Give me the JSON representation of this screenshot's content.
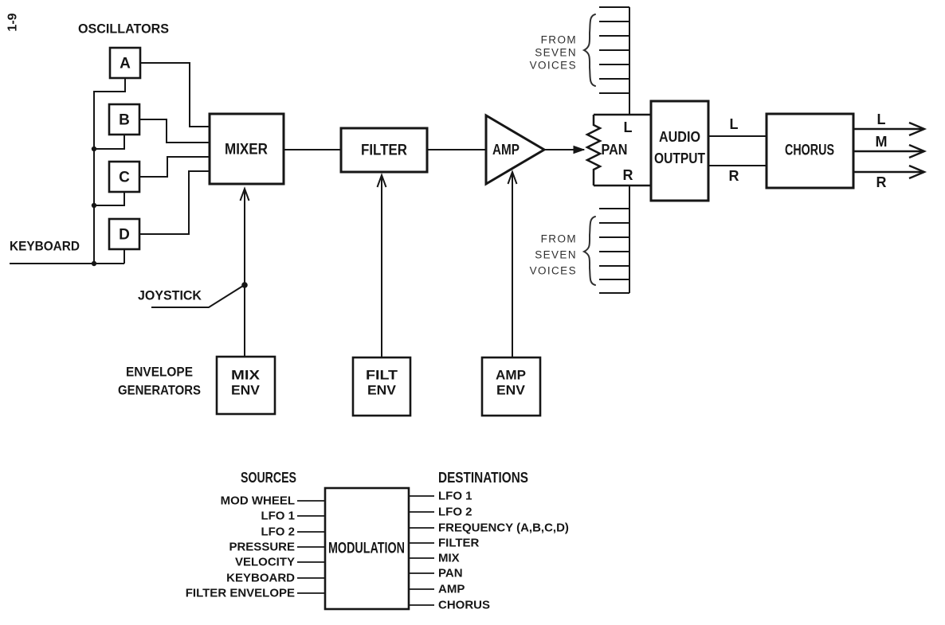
{
  "page_number": "1-9",
  "colors": {
    "ink": "#161616",
    "background": "#ffffff",
    "light_ink": "#2f2f2f"
  },
  "signal_path": {
    "oscillators_title": "OSCILLATORS",
    "oscillators": [
      "A",
      "B",
      "C",
      "D"
    ],
    "keyboard_label": "KEYBOARD",
    "joystick_label": "JOYSTICK",
    "mixer_label": "MIXER",
    "filter_label": "FILTER",
    "amp_label": "AMP",
    "pan_label": "PAN",
    "pan_left_label": "L",
    "pan_right_label": "R",
    "audio_output_label": [
      "AUDIO",
      "OUTPUT"
    ],
    "audio_out_left_label": "L",
    "audio_out_right_label": "R",
    "chorus_label": "CHORUS",
    "final_outputs": [
      "L",
      "M",
      "R"
    ],
    "voices_note": [
      "FROM",
      "SEVEN",
      "VOICES"
    ],
    "envelope_generators_title": [
      "ENVELOPE",
      "GENERATORS"
    ],
    "mix_env_label": [
      "MIX",
      "ENV"
    ],
    "filt_env_label": [
      "FILT",
      "ENV"
    ],
    "amp_env_label": [
      "AMP",
      "ENV"
    ]
  },
  "modulation_matrix": {
    "sources_title": "SOURCES",
    "destinations_title": "DESTINATIONS",
    "block_label": "MODULATION",
    "sources": [
      "MOD WHEEL",
      "LFO 1",
      "LFO 2",
      "PRESSURE",
      "VELOCITY",
      "KEYBOARD",
      "FILTER ENVELOPE"
    ],
    "destinations": [
      "LFO 1",
      "LFO 2",
      "FREQUENCY (A,B,C,D)",
      "FILTER",
      "MIX",
      "PAN",
      "AMP",
      "CHORUS"
    ]
  }
}
